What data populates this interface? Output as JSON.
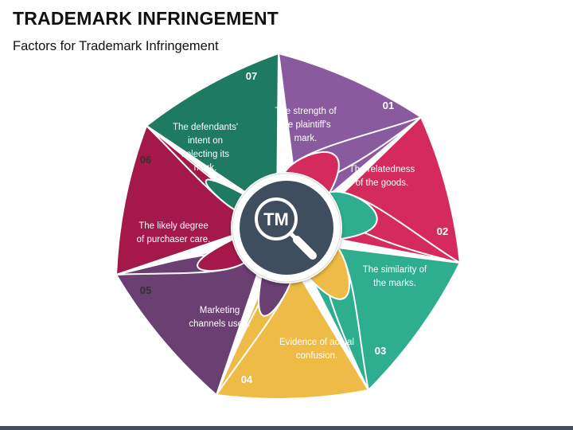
{
  "title": "TRADEMARK INFRINGEMENT",
  "subtitle": "Factors for Trademark Infringement",
  "center": {
    "label": "TM",
    "icon": "magnifier-icon",
    "color": "#3f4e5e"
  },
  "segments": [
    {
      "number": "01",
      "lines": [
        "The strength of",
        "the plaintiff's",
        "mark."
      ],
      "color": "#8a5a9f"
    },
    {
      "number": "02",
      "lines": [
        "The relatedness",
        "of the goods."
      ],
      "color": "#d42a5c"
    },
    {
      "number": "03",
      "lines": [
        "The similarity of",
        "the marks."
      ],
      "color": "#2fae8f"
    },
    {
      "number": "04",
      "lines": [
        "Evidence of actual",
        "confusion."
      ],
      "color": "#edbb46"
    },
    {
      "number": "05",
      "lines": [
        "Marketing",
        "channels used."
      ],
      "color": "#6a3f72"
    },
    {
      "number": "06",
      "lines": [
        "The likely degree",
        "of purchaser care."
      ],
      "color": "#a5194a"
    },
    {
      "number": "07",
      "lines": [
        "The defendants'",
        "intent on",
        "selecting its",
        "mark."
      ],
      "color": "#1f7a62"
    }
  ]
}
